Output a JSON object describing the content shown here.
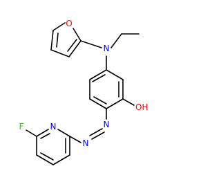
{
  "molecule": {
    "atoms": {
      "furan_o": {
        "symbol": "O",
        "color": "#ff0000"
      },
      "amine_n": {
        "symbol": "N",
        "color": "#0000ff"
      },
      "hydroxyl": {
        "symbol": "OH",
        "color": "#ff0000"
      },
      "azo_n1": {
        "symbol": "N",
        "color": "#0000ff"
      },
      "azo_n2": {
        "symbol": "N",
        "color": "#0000ff"
      },
      "pyridine_n": {
        "symbol": "N",
        "color": "#0000ff"
      },
      "fluorine": {
        "symbol": "F",
        "color": "#33cc00"
      }
    },
    "bond_color": "#000000",
    "background": "#ffffff"
  }
}
